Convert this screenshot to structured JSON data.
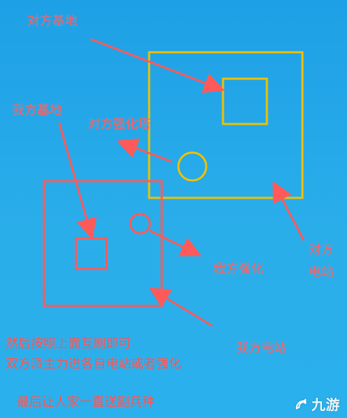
{
  "labels": {
    "enemy_base": "对方基地",
    "enemy_tower": "对方强化塔",
    "my_base": "我方基地",
    "my_power": "我方强化",
    "enemy_station_line1": "对方",
    "enemy_station_line2": "电站",
    "my_station": "我方电站"
  },
  "footer": {
    "line1": "然后按照上面互刷即可",
    "line2": "双方派主力进各自电站或者强化",
    "line3": "最后让人家一直送副兵种"
  },
  "watermark": {
    "text": "九游"
  },
  "colors": {
    "background": "#1ea0e6",
    "yellow": "#f0c000",
    "red": "#ff5a5a",
    "red_fill": "#e05050"
  }
}
